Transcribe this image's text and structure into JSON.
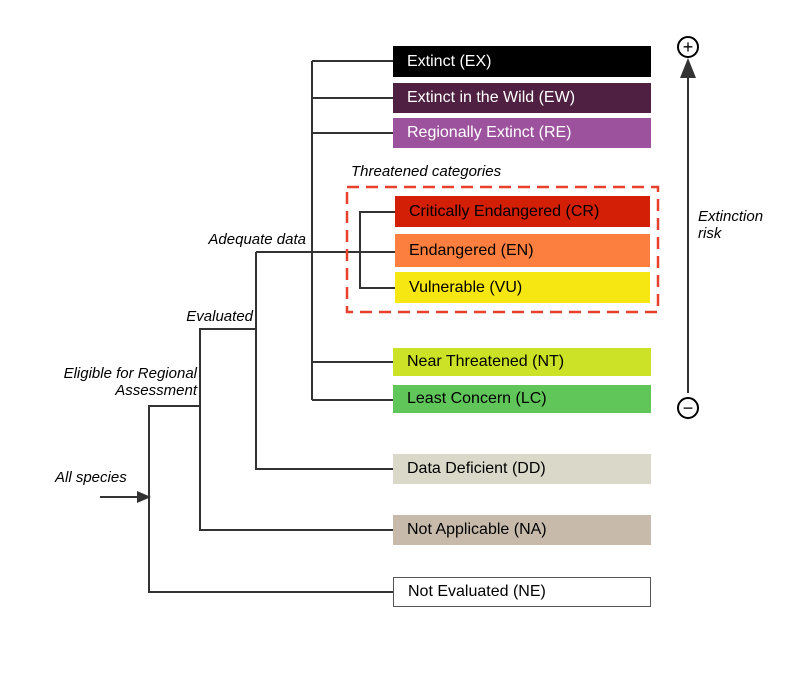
{
  "diagram": {
    "categories": [
      {
        "id": "EX",
        "label": "Extinct (EX)",
        "bg": "#000000",
        "text_color": "#ffffff"
      },
      {
        "id": "EW",
        "label": "Extinct in the Wild (EW)",
        "bg": "#4f2041",
        "text_color": "#ffffff"
      },
      {
        "id": "RE",
        "label": "Regionally Extinct (RE)",
        "bg": "#9d529d",
        "text_color": "#ffffff"
      },
      {
        "id": "CR",
        "label": "Critically Endangered (CR)",
        "bg": "#d21f05",
        "text_color": "#000000"
      },
      {
        "id": "EN",
        "label": "Endangered (EN)",
        "bg": "#fc7f3f",
        "text_color": "#000000"
      },
      {
        "id": "VU",
        "label": "Vulnerable (VU)",
        "bg": "#f6e713",
        "text_color": "#000000"
      },
      {
        "id": "NT",
        "label": "Near Threatened (NT)",
        "bg": "#cce226",
        "text_color": "#000000"
      },
      {
        "id": "LC",
        "label": "Least Concern (LC)",
        "bg": "#60c659",
        "text_color": "#000000"
      },
      {
        "id": "DD",
        "label": "Data Deficient (DD)",
        "bg": "#dad9c9",
        "text_color": "#000000"
      },
      {
        "id": "NA",
        "label": "Not Applicable (NA)",
        "bg": "#c7baab",
        "text_color": "#000000"
      },
      {
        "id": "NE",
        "label": "Not Evaluated (NE)",
        "bg": "#ffffff",
        "text_color": "#000000",
        "border": "#555555"
      }
    ],
    "labels": {
      "threatened_group": "Threatened categories",
      "adequate_data": "Adequate data",
      "evaluated": "Evaluated",
      "eligible_line1": "Eligible for Regional",
      "eligible_line2": "Assessment",
      "all_species": "All species",
      "extinction_line1": "Extinction",
      "extinction_line2": "risk",
      "plus_symbol": "+",
      "minus_symbol": "−"
    },
    "colors": {
      "line": "#333333",
      "dashed_border": "#e8402d",
      "background": "#ffffff"
    }
  }
}
